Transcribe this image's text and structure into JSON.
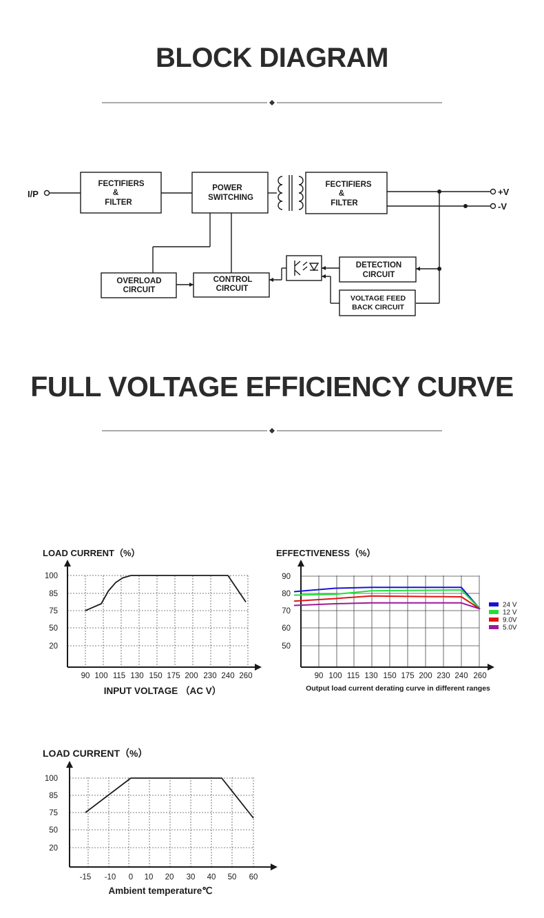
{
  "sections": {
    "block_diagram_title": "BLOCK DIAGRAM",
    "efficiency_title": "FULL VOLTAGE EFFICIENCY CURVE"
  },
  "block_diagram": {
    "input_label": "I/P",
    "output_pos": "+V",
    "output_neg": "-V",
    "blocks": {
      "input_rectifier": [
        "FECTIFIERS",
        "&",
        "FILTER"
      ],
      "power_switching": [
        "POWER",
        "SWITCHING"
      ],
      "output_rectifier": [
        "FECTIFIERS",
        "&",
        "FILTER"
      ],
      "overload": [
        "OVERLOAD",
        "CIRCUIT"
      ],
      "control": [
        "CONTROL",
        "CIRCUIT"
      ],
      "detection": [
        "DETECTION",
        "CIRCUIT"
      ],
      "voltage_feedback": [
        "VOLTAGE FEED",
        "BACK CIRCUIT"
      ]
    }
  },
  "chart_data": [
    {
      "type": "line",
      "title": "",
      "ylabel": "LOAD CURRENT（%）",
      "xlabel": "INPUT VOLTAGE （AC V）",
      "x_ticks": [
        "90",
        "100",
        "115",
        "130",
        "150",
        "175",
        "200",
        "230",
        "240",
        "260"
      ],
      "y_ticks": [
        "100",
        "85",
        "75",
        "50",
        "20"
      ],
      "grid": true,
      "series": [
        {
          "x": [
            90,
            100,
            106,
            112,
            118,
            125,
            130,
            240,
            260
          ],
          "y": [
            75,
            79,
            87,
            94,
            98,
            100,
            100,
            100,
            80
          ]
        }
      ]
    },
    {
      "type": "line",
      "title": "",
      "ylabel": "EFFECTIVENESS（%）",
      "xlabel": "Output load current derating curve in different ranges",
      "x_ticks": [
        "90",
        "100",
        "115",
        "130",
        "150",
        "175",
        "200",
        "230",
        "240",
        "260"
      ],
      "y_ticks": [
        "90",
        "80",
        "70",
        "60",
        "50"
      ],
      "grid": true,
      "legend": "right",
      "series": [
        {
          "name": "24 V",
          "color": "#1414d8",
          "x": [
            75,
            100,
            130,
            240,
            260
          ],
          "y": [
            81,
            83,
            83.5,
            83.5,
            71
          ]
        },
        {
          "name": "12 V",
          "color": "#22e03a",
          "x": [
            75,
            100,
            130,
            240,
            260
          ],
          "y": [
            79,
            79.5,
            81.5,
            82,
            71
          ]
        },
        {
          "name": "9.0V",
          "color": "#e01414",
          "x": [
            75,
            100,
            130,
            240,
            260
          ],
          "y": [
            75.5,
            77,
            78.5,
            78,
            71
          ]
        },
        {
          "name": "5.0V",
          "color": "#9a1a9a",
          "x": [
            75,
            100,
            130,
            240,
            260
          ],
          "y": [
            73,
            74,
            74.5,
            74.5,
            71
          ]
        }
      ]
    },
    {
      "type": "line",
      "title": "",
      "ylabel": "LOAD CURRENT（%）",
      "xlabel": "Ambient temperature℃",
      "x_ticks": [
        "-15",
        "-10",
        "0",
        "10",
        "20",
        "30",
        "40",
        "50",
        "60"
      ],
      "y_ticks": [
        "100",
        "85",
        "75",
        "50",
        "20"
      ],
      "grid": true,
      "series": [
        {
          "x": [
            -15,
            0,
            45,
            60
          ],
          "y": [
            75,
            100,
            100,
            67
          ]
        }
      ]
    }
  ]
}
